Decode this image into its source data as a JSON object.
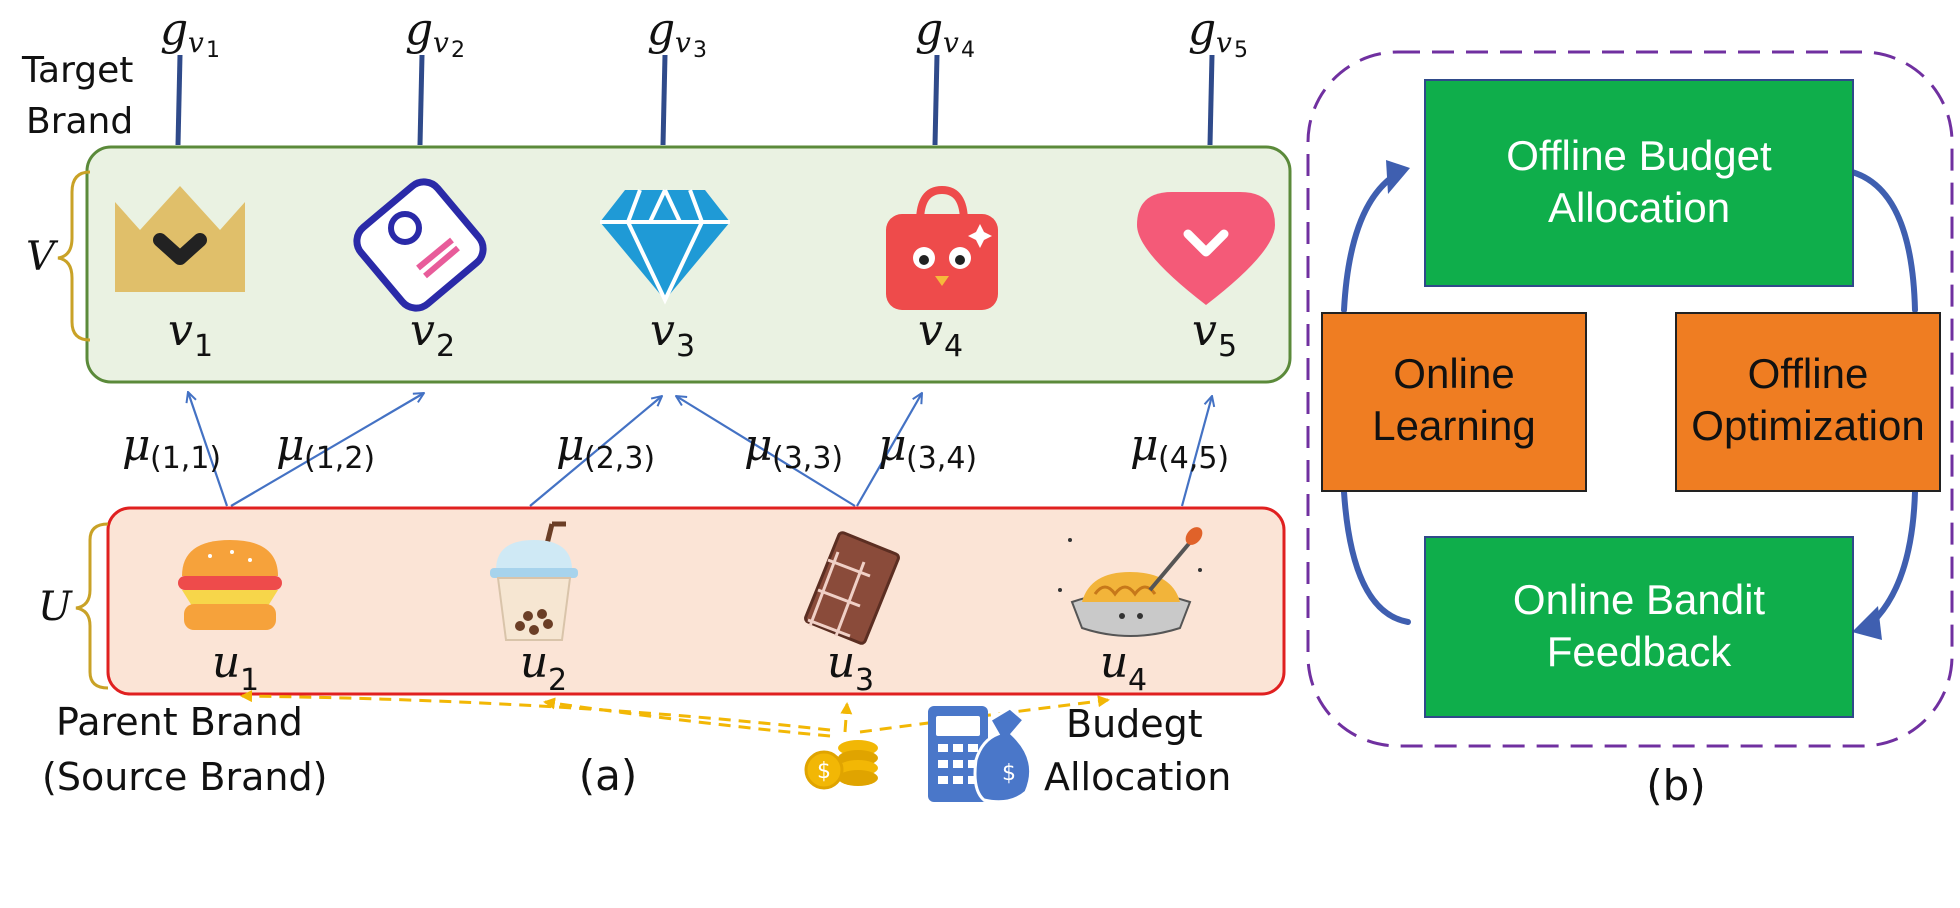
{
  "panel_a": {
    "caption": "(a)",
    "target_brand_label": [
      "Target",
      "Brand"
    ],
    "v_set_label": "V",
    "u_set_label": "U",
    "parent_brand_label": [
      "Parent Brand",
      "(Source Brand)"
    ],
    "budget_label": [
      "Budegt",
      "Allocation"
    ],
    "g_labels": [
      {
        "base": "g",
        "sub": "v",
        "subsub": "1"
      },
      {
        "base": "g",
        "sub": "v",
        "subsub": "2"
      },
      {
        "base": "g",
        "sub": "v",
        "subsub": "3"
      },
      {
        "base": "g",
        "sub": "v",
        "subsub": "4"
      },
      {
        "base": "g",
        "sub": "v",
        "subsub": "5"
      }
    ],
    "v_nodes": [
      {
        "base": "v",
        "sub": "1",
        "icon": "crown-icon",
        "color": "#e0bf6a"
      },
      {
        "base": "v",
        "sub": "2",
        "icon": "tag-icon",
        "color": "#2a2aa8"
      },
      {
        "base": "v",
        "sub": "3",
        "icon": "diamond-icon",
        "color": "#1f9ad6"
      },
      {
        "base": "v",
        "sub": "4",
        "icon": "shopping-bag-icon",
        "color": "#ee4b4b"
      },
      {
        "base": "v",
        "sub": "5",
        "icon": "heart-icon",
        "color": "#f45a78"
      }
    ],
    "u_nodes": [
      {
        "base": "u",
        "sub": "1",
        "icon": "burger-icon"
      },
      {
        "base": "u",
        "sub": "2",
        "icon": "bubble-tea-icon"
      },
      {
        "base": "u",
        "sub": "3",
        "icon": "chocolate-icon"
      },
      {
        "base": "u",
        "sub": "4",
        "icon": "noodles-icon"
      }
    ],
    "edges": [
      {
        "base": "μ",
        "sub": "(1,1)"
      },
      {
        "base": "μ",
        "sub": "(1,2)"
      },
      {
        "base": "μ",
        "sub": "(2,3)"
      },
      {
        "base": "μ",
        "sub": "(3,3)"
      },
      {
        "base": "μ",
        "sub": "(3,4)"
      },
      {
        "base": "μ",
        "sub": "(4,5)"
      }
    ],
    "colors": {
      "v_box_fill": "#eaf2e2",
      "v_box_stroke": "#5b8a3a",
      "u_box_fill": "#fbe4d6",
      "u_box_stroke": "#e02020",
      "edge": "#4472c4",
      "g_line": "#2f4a8a",
      "brace": "#c9a227",
      "budget_arrow": "#f2b705"
    }
  },
  "panel_b": {
    "caption": "(b)",
    "boxes": {
      "offline_budget": [
        "Offline Budget",
        "Allocation"
      ],
      "online_learning": [
        "Online",
        "Learning"
      ],
      "offline_optimization": [
        "Offline",
        "Optimization"
      ],
      "online_bandit": [
        "Online Bandit",
        "Feedback"
      ]
    },
    "colors": {
      "green": "#0fae4b",
      "orange": "#ef7d22",
      "frame": "#7030a0",
      "arrow": "#3f5fb0"
    }
  }
}
